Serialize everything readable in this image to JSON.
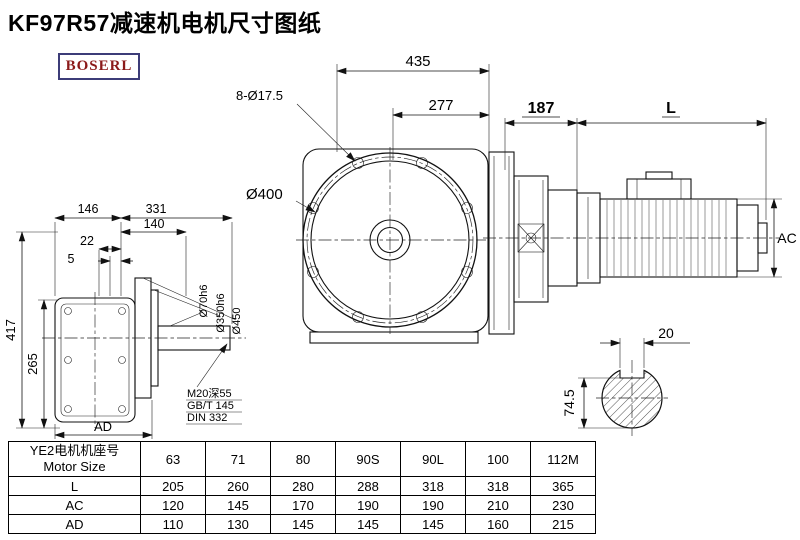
{
  "page": {
    "title": "KF97R57减速机电机尺寸图纸",
    "logo": "BOSERL"
  },
  "colors": {
    "logo_text": "#8b1a1a",
    "logo_border": "#3c3c78",
    "line": "#111111"
  },
  "front_view": {
    "dim_width": "435",
    "dim_offset": "277",
    "bolt_holes": "8-Ø17.5",
    "flange_dia": "Ø400"
  },
  "motor_view": {
    "dim_adapter": "187",
    "dim_motor_length": "L",
    "dim_motor_dia": "AC"
  },
  "side_view": {
    "dim_total_w1": "146",
    "dim_total_w2": "331",
    "dim_flange_w": "140",
    "dim_step1": "22",
    "dim_step2": "5",
    "dim_height": "417",
    "dim_center_height": "265",
    "dim_ad": "AD",
    "shaft_dia": "Ø70h6",
    "spigot_dia": "Ø350h6",
    "flange_od": "Ø450",
    "tap_line1": "M20深55",
    "tap_line2": "GB/T 145",
    "tap_line3": "DIN 332"
  },
  "key_section": {
    "key_width": "20",
    "key_height": "74.5"
  },
  "table": {
    "header_line1": "YE2电机机座号",
    "header_line2": "Motor Size",
    "sizes": [
      "63",
      "71",
      "80",
      "90S",
      "90L",
      "100",
      "112M"
    ],
    "rows": [
      {
        "label": "L",
        "values": [
          "205",
          "260",
          "280",
          "288",
          "318",
          "318",
          "365"
        ]
      },
      {
        "label": "AC",
        "values": [
          "120",
          "145",
          "170",
          "190",
          "190",
          "210",
          "230"
        ]
      },
      {
        "label": "AD",
        "values": [
          "110",
          "130",
          "145",
          "145",
          "145",
          "160",
          "215"
        ]
      }
    ]
  }
}
